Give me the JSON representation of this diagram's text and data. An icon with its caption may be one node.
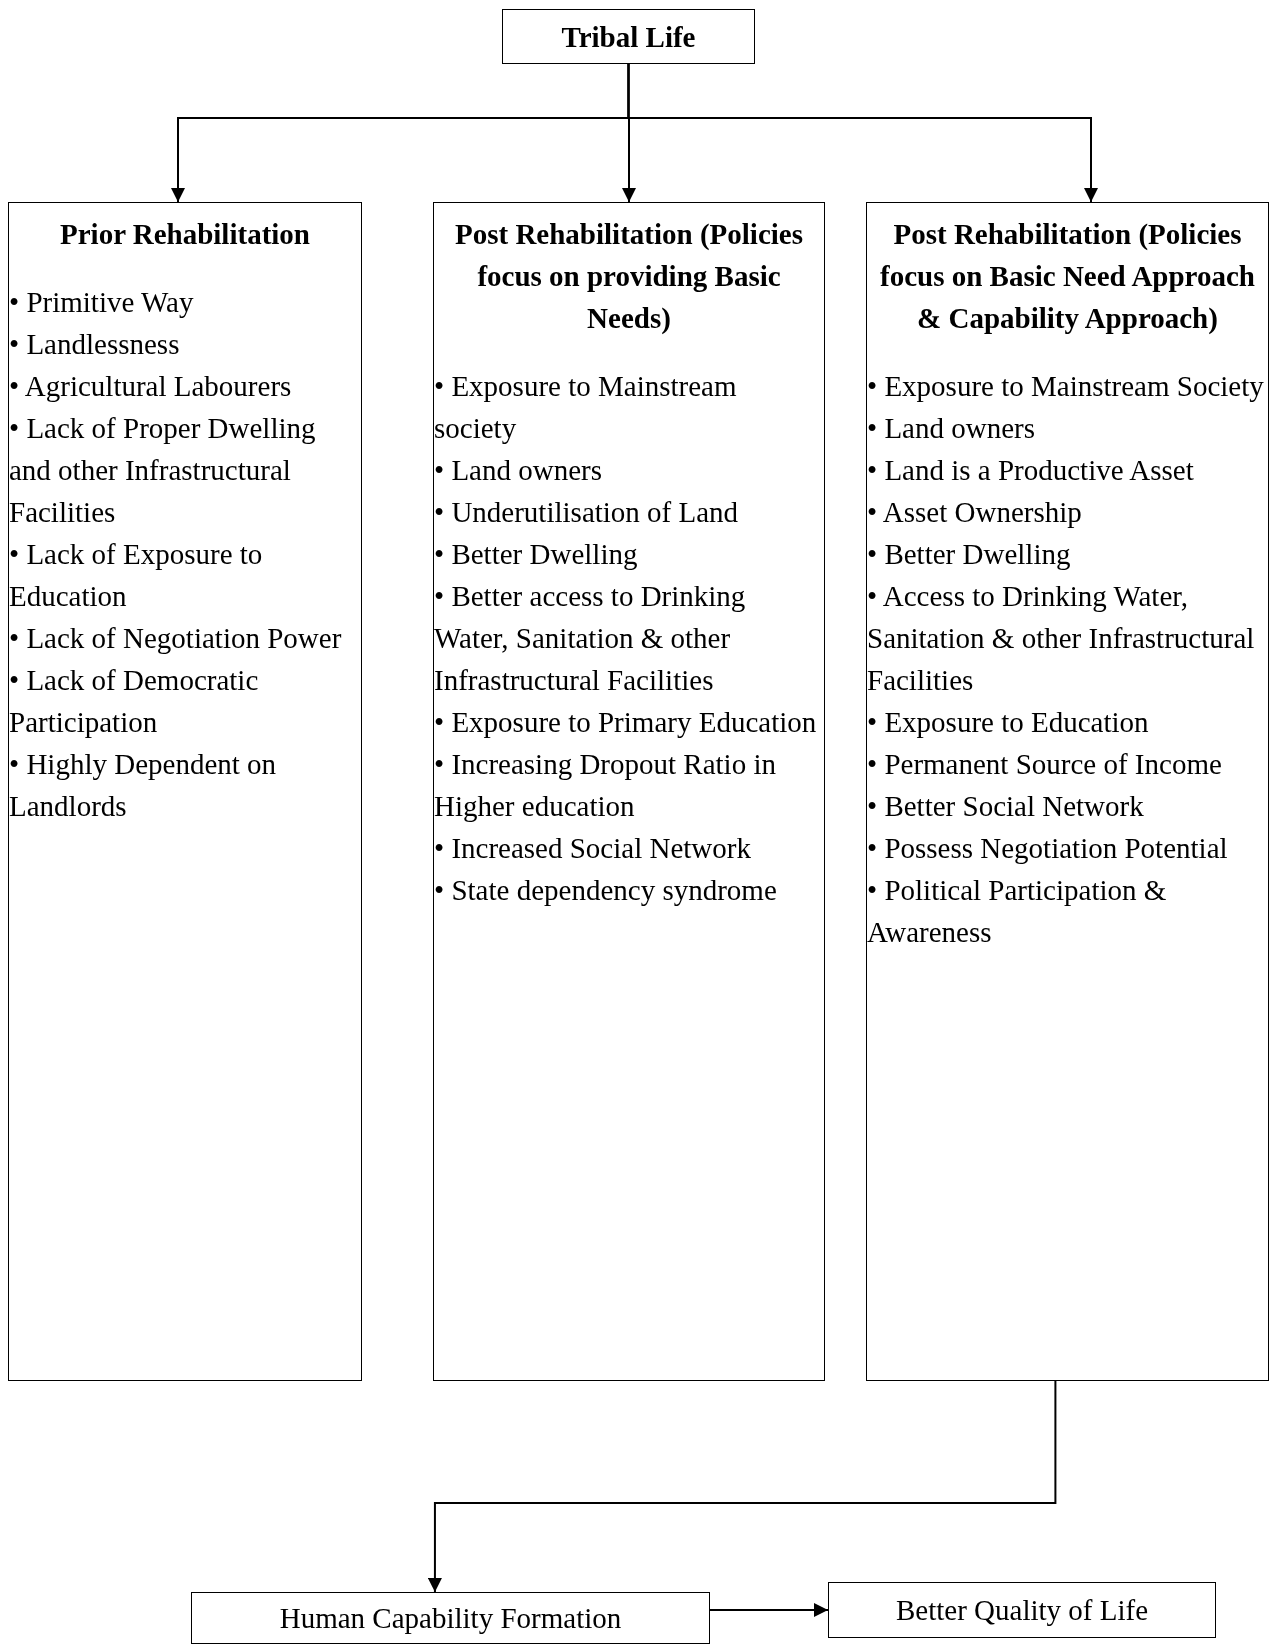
{
  "diagram": {
    "nodes": [
      {
        "text": [
          "Tribal Life"
        ]
      },
      {
        "text": [
          "Prior Rehabilitation",
          "• Primitive Way",
          "• Landlessness",
          "• Agricultural Labourers",
          "• Lack of Proper Dwelling and other Infrastructural Facilities",
          "• Lack of Exposure to Education",
          "• Lack of Negotiation Power",
          "• Lack of Democratic Participation",
          "• Highly Dependent on Landlords"
        ]
      },
      {
        "text": [
          "Post Rehabilitation (Policies focus on providing Basic Needs)",
          "• Exposure to Mainstream society",
          "• Land owners",
          "• Underutilisation of Land",
          "• Better Dwelling",
          "• Better access to Drinking Water, Sanitation & other Infrastructural Facilities",
          "• Exposure to Primary Education",
          "• Increasing Dropout Ratio in Higher education",
          "• Increased Social Network",
          "• State dependency syndrome"
        ]
      },
      {
        "text": [
          "Post Rehabilitation (Policies focus on Basic Need Approach & Capability Approach)",
          "• Exposure to Mainstream Society",
          "• Land owners",
          "• Land is a Productive Asset",
          "• Asset Ownership",
          "• Better Dwelling",
          "• Access to Drinking Water, Sanitation & other Infrastructural Facilities",
          "• Exposure to Education",
          "• Permanent Source of Income",
          "• Better Social Network",
          "• Possess Negotiation Potential",
          "• Political Participation & Awareness"
        ]
      },
      {
        "text": [
          "Human Capability Formation"
        ]
      },
      {
        "text": [
          "Better Quality of Life"
        ]
      }
    ],
    "edges": [
      {
        "from": 0,
        "to": 1,
        "arrow": "to"
      },
      {
        "from": 0,
        "to": 2,
        "arrow": "to"
      },
      {
        "from": 0,
        "to": 3,
        "arrow": "to"
      },
      {
        "from": 3,
        "to": 4,
        "arrow": "to"
      },
      {
        "from": 4,
        "to": 5,
        "arrow": "to"
      }
    ]
  }
}
